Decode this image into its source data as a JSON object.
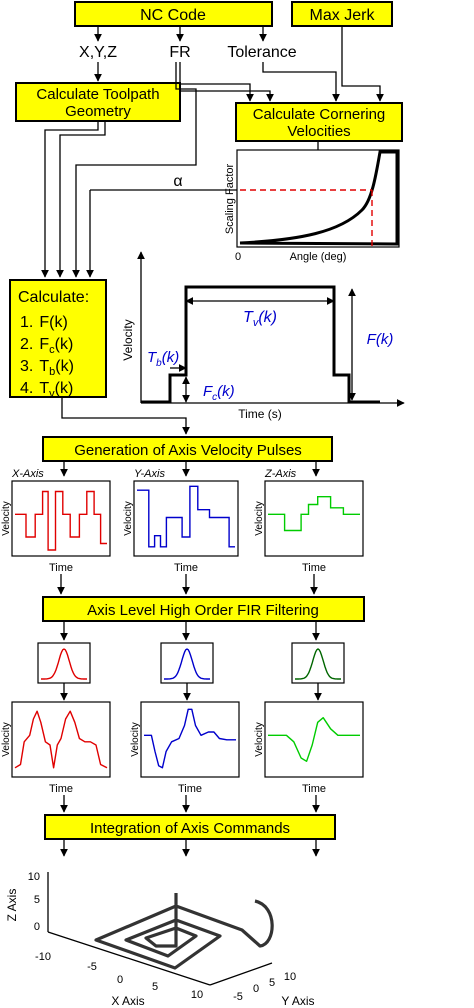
{
  "boxes": {
    "nc_code": "NC Code",
    "max_jerk": "Max Jerk",
    "toolpath_line1": "Calculate Toolpath",
    "toolpath_line2": "Geometry",
    "cornering_line1": "Calculate Cornering",
    "cornering_line2": "Velocities",
    "calculate_title": "Calculate:",
    "calc_items": [
      {
        "num": "1.",
        "main": "F",
        "sub": "",
        "arg": "(k)"
      },
      {
        "num": "2.",
        "main": "F",
        "sub": "c",
        "arg": "(k)"
      },
      {
        "num": "3.",
        "main": "T",
        "sub": "b",
        "arg": "(k)"
      },
      {
        "num": "4.",
        "main": "T",
        "sub": "v",
        "arg": "(k)"
      }
    ],
    "generation": "Generation of Axis Velocity Pulses",
    "fir": "Axis Level High Order FIR Filtering",
    "integration": "Integration of Axis Commands"
  },
  "labels": {
    "xyz": "X,Y,Z",
    "fr": "FR",
    "tolerance": "Tolerance",
    "alpha": "α"
  },
  "scaling_plot": {
    "ylabel": "Scaling Factor",
    "xlabel": "Angle (deg)",
    "x0": "0"
  },
  "velocity_profile": {
    "ylabel": "Velocity",
    "xlabel": "Time (s)",
    "tv_main": "T",
    "tv_sub": "v",
    "tv_arg": "(k)",
    "tb_main": "T",
    "tb_sub": "b",
    "tb_arg": "(k)",
    "fc_main": "F",
    "fc_sub": "c",
    "fc_arg": "(k)",
    "f_label": "F(k)",
    "label_color": "#0000cc"
  },
  "axes_panels": [
    {
      "title": "X-Axis",
      "color": "#e00000"
    },
    {
      "title": "Y-Axis",
      "color": "#0000cc"
    },
    {
      "title": "Z-Axis",
      "color": "#00cc00"
    }
  ],
  "filter_colors": [
    "#e00000",
    "#0000cc",
    "#006600"
  ],
  "small_plot_labels": {
    "velocity": "Velocity",
    "time": "Time"
  },
  "plot3d": {
    "zlabel": "Z Axis",
    "xlabel": "X Axis",
    "ylabel": "Y Axis",
    "z_ticks": [
      "10",
      "5",
      "0"
    ],
    "x_ticks": [
      "-10",
      "-5",
      "0",
      "5",
      "10"
    ],
    "y_ticks": [
      "-5",
      "0",
      "5",
      "10"
    ]
  }
}
